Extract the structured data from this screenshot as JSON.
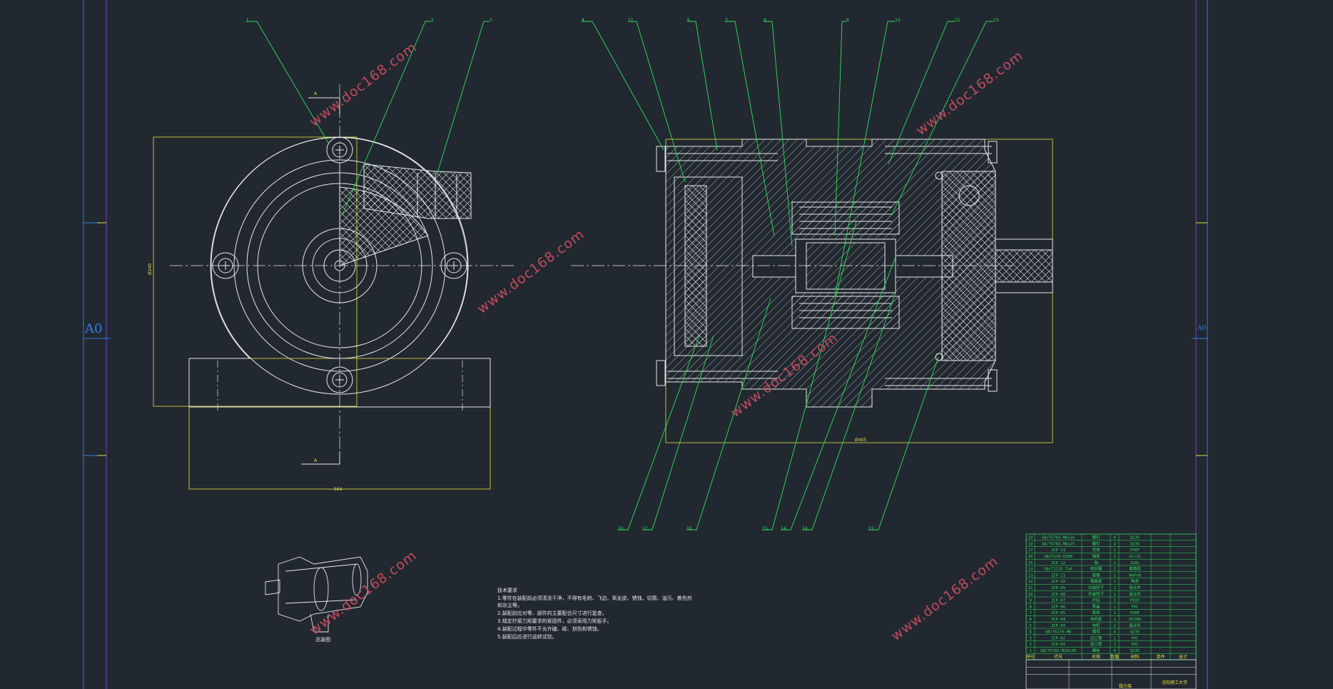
{
  "sheet": {
    "size_label_left": "A0",
    "size_label_right": "A0"
  },
  "balloons_top": [
    "1",
    "2",
    "3",
    "4",
    "11",
    "6",
    "7",
    "8",
    "9",
    "10",
    "11",
    "13"
  ],
  "balloons_bottom": [
    "20",
    "17",
    "16",
    "15",
    "14",
    "14",
    "22"
  ],
  "section_marks": {
    "top": "A",
    "bottom": "A"
  },
  "dimensions": {
    "left_width": "564",
    "left_height": "Ø240",
    "right_width": "Ø405"
  },
  "watermarks": [
    "www.doc168.com",
    "www.doc168.com",
    "www.doc168.com",
    "www.doc168.com",
    "www.doc168.com",
    "www.doc168.com"
  ],
  "iso_caption": "总装图",
  "notes": {
    "title": "技术要求",
    "lines": [
      "1.零件在装配前必须清洗干净，不得有毛刺、飞边、氧化皮、锈蚀、切屑、油污、着色剂",
      "和灰尘等。",
      "2.装配前应对零、部件的主要配合尺寸进行复查。",
      "3.规定拧紧力矩要求的紧固件，必须采用力矩扳手。",
      "4.装配过程中零件不允许磕、碰、划伤和锈蚀。",
      "5.装配后应进行运转试验。"
    ]
  },
  "parts_table": {
    "rows": [
      [
        "19",
        "GB/T5783-M6x16",
        "螺钉",
        "4",
        "Q235",
        "",
        ""
      ],
      [
        "18",
        "GB/T5783-M8x25",
        "螺钉",
        "4",
        "Q235",
        "",
        ""
      ],
      [
        "17",
        "ZCP-13",
        "壳体",
        "1",
        "PVDF",
        "",
        ""
      ],
      [
        "16",
        "GB/T276-6200",
        "轴承",
        "2",
        "GCr15",
        "",
        ""
      ],
      [
        "15",
        "ZCP-12",
        "轴",
        "1",
        "316L",
        "",
        ""
      ],
      [
        "14",
        "GB/T1235-7x6",
        "密封圈",
        "2",
        "氟橡胶",
        "",
        ""
      ],
      [
        "13",
        "ZCP-11",
        "磁钢",
        "1",
        "NdFeB",
        "",
        ""
      ],
      [
        "12",
        "ZCP-10",
        "隔离套",
        "1",
        "陶瓷",
        "",
        ""
      ],
      [
        "11",
        "ZCP-09",
        "内磁转子",
        "1",
        "组合件",
        "",
        ""
      ],
      [
        "10",
        "ZCP-08",
        "外磁转子",
        "1",
        "组合件",
        "",
        ""
      ],
      [
        "9",
        "ZCP-07",
        "叶轮",
        "1",
        "PVDF",
        "",
        ""
      ],
      [
        "8",
        "ZCP-06",
        "泵盖",
        "1",
        "PVC",
        "",
        ""
      ],
      [
        "7",
        "ZCP-05",
        "泵体",
        "1",
        "PVDF",
        "",
        ""
      ],
      [
        "6",
        "ZCP-04",
        "电机座",
        "1",
        "HT200",
        "",
        ""
      ],
      [
        "5",
        "ZCP-03",
        "电机",
        "1",
        "组合件",
        "",
        ""
      ],
      [
        "4",
        "GB/T6170-M8",
        "螺母",
        "4",
        "Q235",
        "",
        ""
      ],
      [
        "3",
        "ZCP-02",
        "出口管",
        "1",
        "PVC",
        "",
        ""
      ],
      [
        "2",
        "ZCP-01",
        "进口管",
        "1",
        "PVC",
        "",
        ""
      ],
      [
        "1",
        "GB/T5782-M10x30",
        "螺栓",
        "4",
        "Q235",
        "",
        ""
      ]
    ],
    "header": [
      "序号",
      "代号",
      "名称",
      "数量",
      "材料",
      "单件",
      "总计"
    ],
    "title_block": {
      "drawing_name": "磁力泵",
      "school": "沈阳理工大学"
    }
  },
  "colors": {
    "background": "#212830",
    "geometry": "#e8e8e8",
    "leader": "#2ee05a",
    "dimension": "#e8e040",
    "watermark": "#c24a5c",
    "frame_blue": "#2f7fe0",
    "frame_purple": "#7a3fd0"
  }
}
